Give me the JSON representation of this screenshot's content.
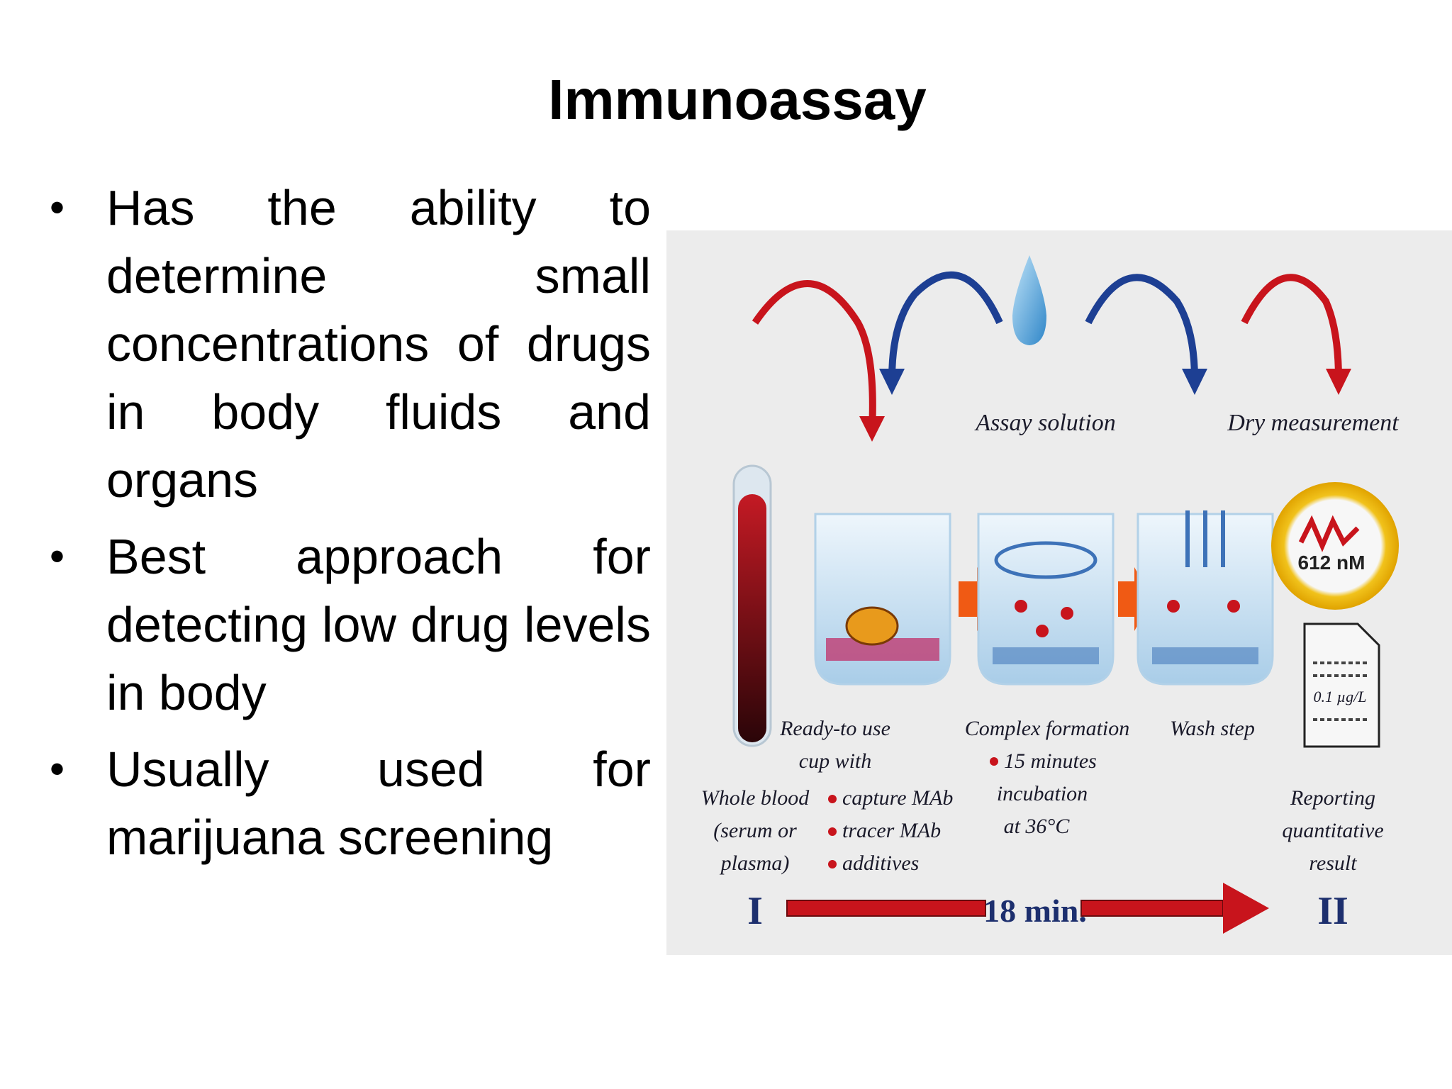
{
  "title": "Immunoassay",
  "bullets": [
    "Has the ability to determine small concentrations of drugs in body fluids and organs",
    "Best approach for detecting low drug levels in body",
    "Usually used for marijuana screening"
  ],
  "figure": {
    "assay_solution": "Assay solution",
    "dry_measurement": "Dry measurement",
    "meter_value": "612 nM",
    "report_value": "0.1 µg/L",
    "whole_blood": [
      "Whole blood",
      "(serum or",
      "plasma)"
    ],
    "ready_to_use": [
      "Ready-to use",
      "cup with"
    ],
    "ready_items": [
      "capture MAb",
      "tracer MAb",
      "additives"
    ],
    "complex_formation": "Complex formation",
    "complex_items": [
      "15 minutes"
    ],
    "complex_extra": [
      "incubation",
      "at 36°C"
    ],
    "wash_step": "Wash step",
    "reporting": [
      "Reporting",
      "quantitative",
      "result"
    ],
    "stage_start": "I",
    "stage_end": "II",
    "duration": "18 min."
  }
}
